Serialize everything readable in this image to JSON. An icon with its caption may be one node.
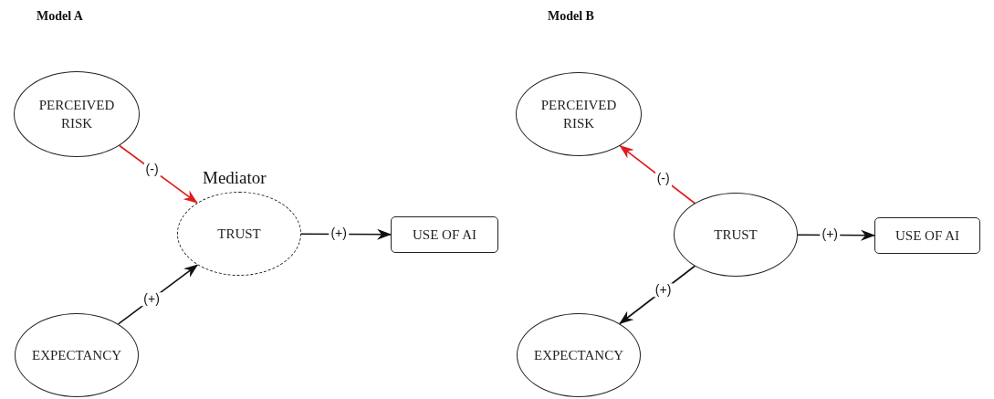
{
  "diagram": {
    "nodes": [
      {
        "text": [
          "PERCEIVED RISK"
        ]
      },
      {
        "text": [
          "TRUST"
        ],
        "beside": [
          "Mediator"
        ]
      },
      {
        "text": [
          "USE OF AI"
        ]
      },
      {
        "text": [
          "EXPECTANCY"
        ]
      },
      {
        "text": [
          "PERCEIVED RISK"
        ]
      },
      {
        "text": [
          "TRUST"
        ]
      },
      {
        "text": [
          "USE OF AI"
        ]
      },
      {
        "text": [
          "EXPECTANCY"
        ]
      }
    ],
    "edges": [
      {
        "from": 0,
        "to": 1,
        "arrow": "to",
        "label": "(-)",
        "color": "#e01b1b"
      },
      {
        "from": 1,
        "to": 2,
        "arrow": "to",
        "label": "(+)"
      },
      {
        "from": 3,
        "to": 1,
        "arrow": "to",
        "label": "(+)"
      },
      {
        "from": 5,
        "to": 4,
        "arrow": "to",
        "label": "(-)",
        "color": "#e01b1b"
      },
      {
        "from": 5,
        "to": 6,
        "arrow": "to",
        "label": "(+)"
      },
      {
        "from": 5,
        "to": 7,
        "arrow": "to",
        "label": "(+)"
      }
    ],
    "labels": [
      "Model A",
      "Model B"
    ]
  }
}
